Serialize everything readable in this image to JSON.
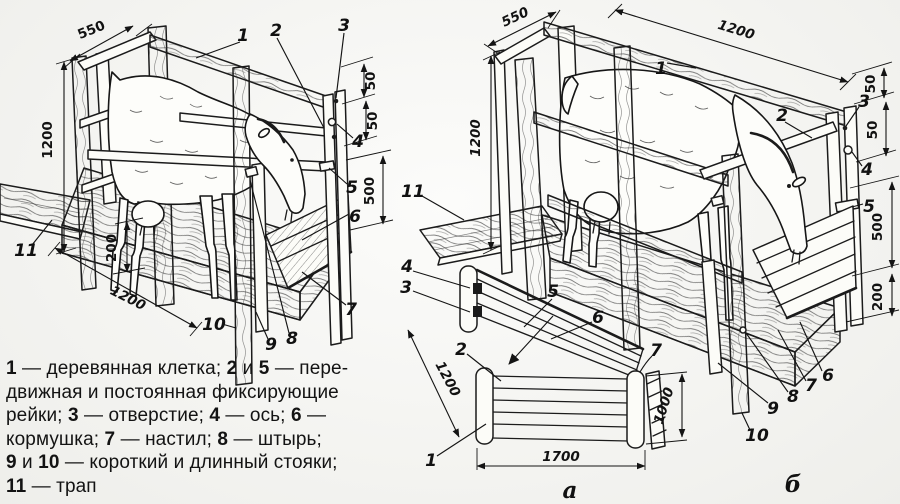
{
  "colors": {
    "paper": "#f7f7f3",
    "ink": "#1b1b1b"
  },
  "views": {
    "label_a": "а",
    "label_b": "б"
  },
  "dims": {
    "d50": "50",
    "d200": "200",
    "d500": "500",
    "d550": "550",
    "d1000": "1000",
    "d1200": "1200",
    "d1700": "1700"
  },
  "parts": {
    "n1": "1",
    "n2": "2",
    "n3": "3",
    "n4": "4",
    "n5": "5",
    "n6": "6",
    "n7": "7",
    "n8": "8",
    "n9": "9",
    "n10": "10",
    "n11": "11"
  },
  "legend": {
    "lines": [
      [
        {
          "t": "1",
          "b": true
        },
        {
          "t": " — деревянная клетка; ",
          "b": false
        },
        {
          "t": "2",
          "b": true
        },
        {
          "t": " и ",
          "b": false
        },
        {
          "t": "5",
          "b": true
        },
        {
          "t": " — пере-",
          "b": false
        }
      ],
      [
        {
          "t": "движная и постоянная фиксирующие",
          "b": false
        }
      ],
      [
        {
          "t": "рейки; ",
          "b": false
        },
        {
          "t": "3",
          "b": true
        },
        {
          "t": " — отверстие; ",
          "b": false
        },
        {
          "t": "4",
          "b": true
        },
        {
          "t": " — ось; ",
          "b": false
        },
        {
          "t": "6",
          "b": true
        },
        {
          "t": " —",
          "b": false
        }
      ],
      [
        {
          "t": "кормушка; ",
          "b": false
        },
        {
          "t": "7",
          "b": true
        },
        {
          "t": " — настил; ",
          "b": false
        },
        {
          "t": "8",
          "b": true
        },
        {
          "t": " — штырь;",
          "b": false
        }
      ],
      [
        {
          "t": "9",
          "b": true
        },
        {
          "t": " и ",
          "b": false
        },
        {
          "t": "10",
          "b": true
        },
        {
          "t": " — короткий и длинный стояки;",
          "b": false
        }
      ],
      [
        {
          "t": "11",
          "b": true
        },
        {
          "t": " — трап",
          "b": false
        }
      ]
    ]
  }
}
